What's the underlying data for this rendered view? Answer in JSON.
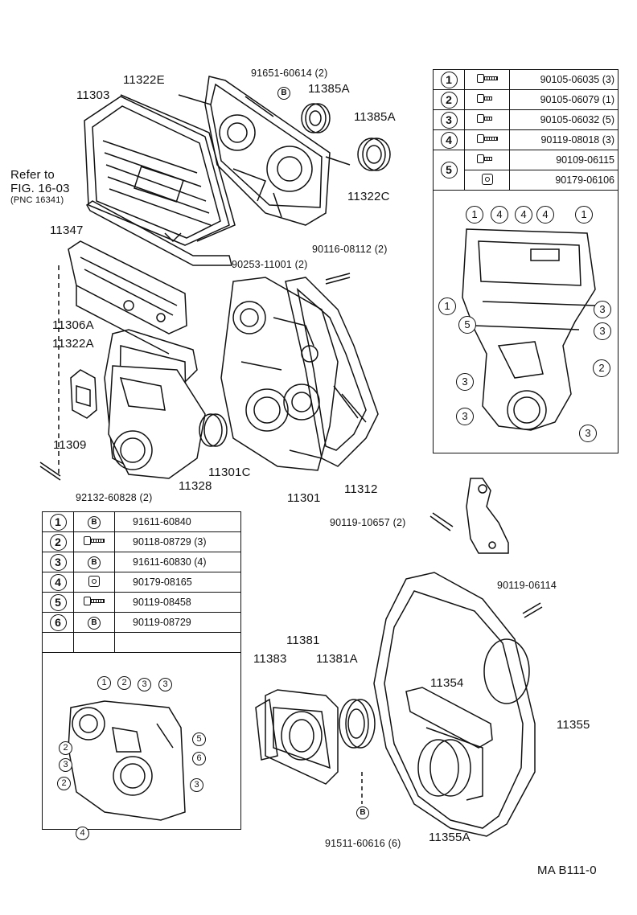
{
  "labels": {
    "p11322E": "11322E",
    "p11303": "11303",
    "p91651": "91651-60614 (2)",
    "p11385A_1": "11385A",
    "p11385A_2": "11385A",
    "refer_to": "Refer to",
    "fig": "FIG. 16-03",
    "pnc": "(PNC 16341)",
    "p11347": "11347",
    "p11322C": "11322C",
    "p90116": "90116-08112 (2)",
    "p90253": "90253-11001 (2)",
    "p11306A": "11306A",
    "p11322A": "11322A",
    "p11309": "11309",
    "p11328": "11328",
    "p11301C": "11301C",
    "p11301": "11301",
    "p11312": "11312",
    "p92132": "92132-60828 (2)",
    "p90119_10657": "90119-10657 (2)",
    "p90119_06114": "90119-06114",
    "p11381": "11381",
    "p11383": "11383",
    "p11381A": "11381A",
    "p11354": "11354",
    "p11355": "11355",
    "p91511": "91511-60616 (6)",
    "p11355A": "11355A",
    "footer": "MA B111-0",
    "b_marker": "B"
  },
  "table_upper": [
    {
      "num": "1",
      "part": "90105-06035 (3)"
    },
    {
      "num": "2",
      "part": "90105-06079 (1)"
    },
    {
      "num": "3",
      "part": "90105-06032 (5)"
    },
    {
      "num": "4",
      "part": "90119-08018 (3)"
    },
    {
      "num": "5",
      "part": "90109-06115"
    },
    {
      "num": "",
      "part": "90179-06106"
    }
  ],
  "table_lower": [
    {
      "num": "1",
      "icon": "B",
      "part": "91611-60840"
    },
    {
      "num": "2",
      "icon": "",
      "part": "90118-08729 (3)"
    },
    {
      "num": "3",
      "icon": "B",
      "part": "91611-60830 (4)"
    },
    {
      "num": "4",
      "icon": "",
      "part": "90179-08165"
    },
    {
      "num": "5",
      "icon": "",
      "part": "90119-08458"
    },
    {
      "num": "6",
      "icon": "B",
      "part": "90119-08729"
    }
  ],
  "callouts_upper": [
    "1",
    "4",
    "4",
    "4",
    "1",
    "1",
    "3",
    "5",
    "3",
    "2",
    "3",
    "3",
    "3"
  ],
  "callouts_lower": [
    "1",
    "2",
    "3",
    "3",
    "2",
    "3",
    "2",
    "4",
    "5",
    "6",
    "3"
  ],
  "icons": [
    "bolt-icon",
    "nut-icon",
    "b-washer-icon"
  ]
}
